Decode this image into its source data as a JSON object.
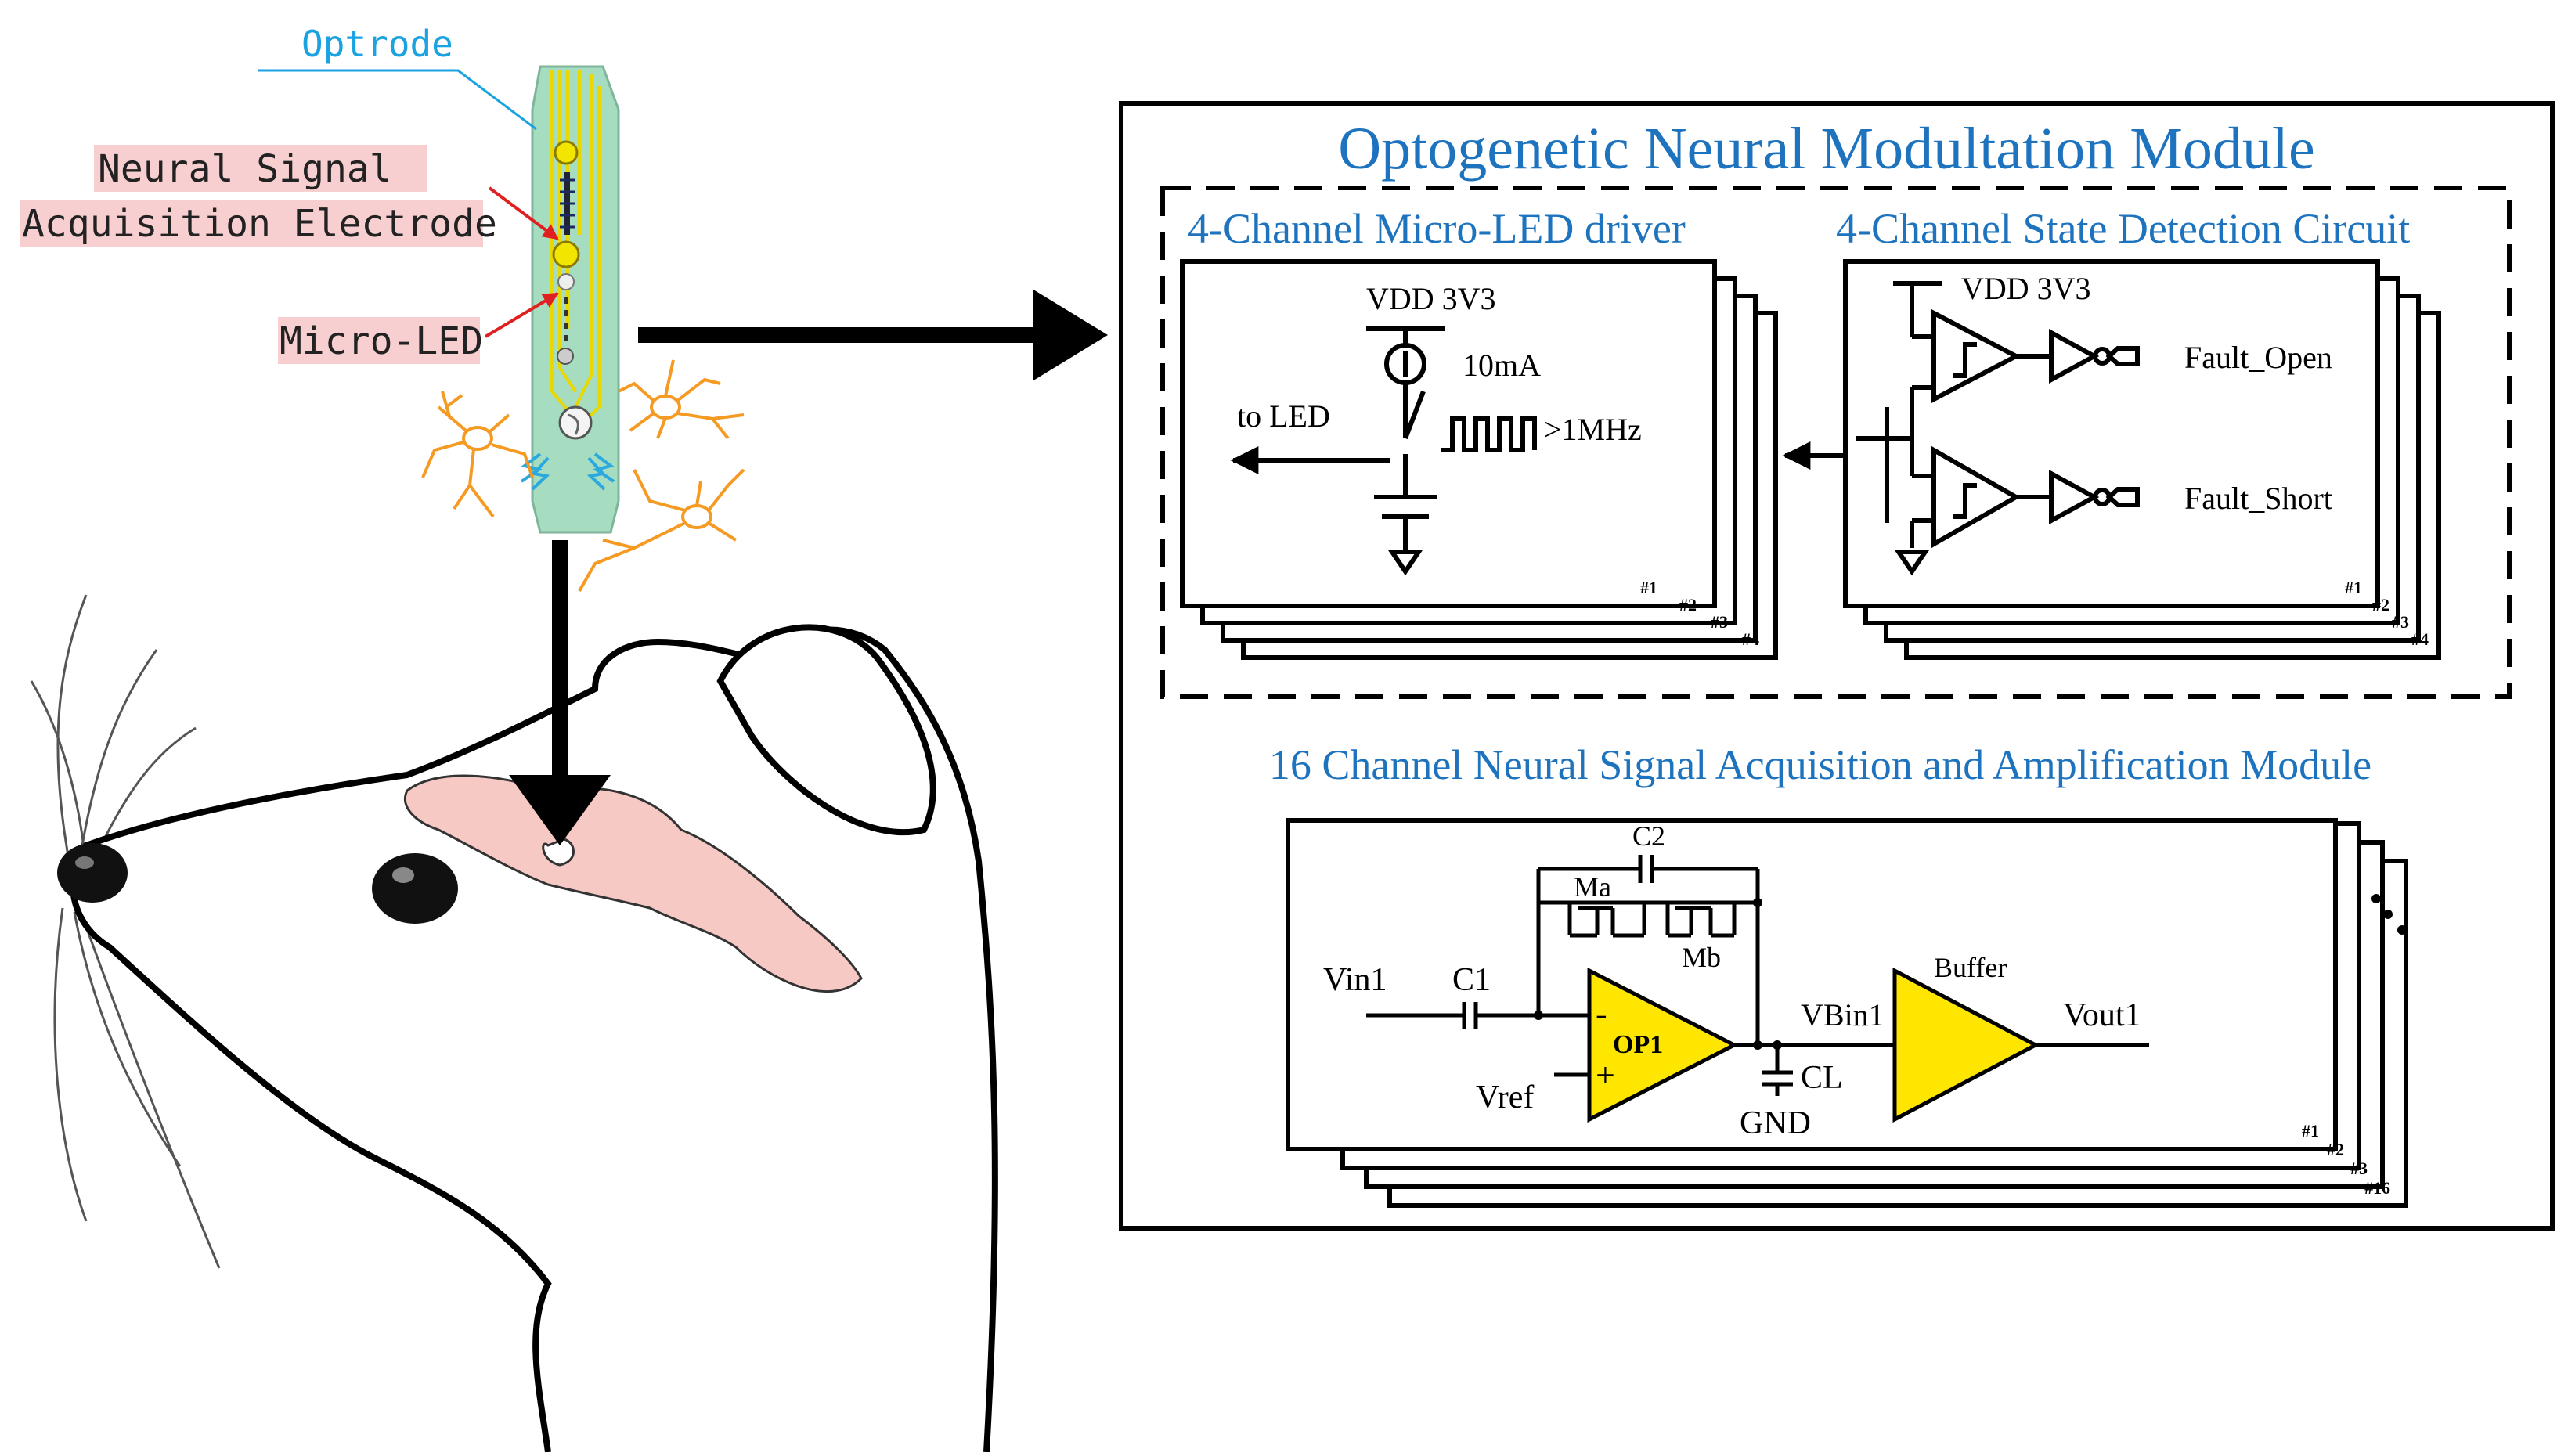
{
  "figure": {
    "colors": {
      "title_blue": "#1e73be",
      "label_pink_bg": "#f8cfd0",
      "optrode_label_blue": "#1aa3e0",
      "optrode_body": "#a6dcc0",
      "optrode_trace": "#e8d800",
      "brain_pink": "#f6c9c4",
      "neuron_orange": "#f59a23",
      "amp_yellow": "#ffe600",
      "pointer_red": "#e02020",
      "spark_blue": "#2aa8e0"
    },
    "left": {
      "optrode_label": "Optrode",
      "electrode_label_line1": "Neural Signal",
      "electrode_label_line2": "Acquisition Electrode",
      "microled_label": "Micro-LED"
    },
    "module": {
      "title": "Optogenetic Neural Modultation Module",
      "driver": {
        "title": "4-Channel Micro-LED driver",
        "vdd": "VDD 3V3",
        "current": "10mA",
        "to_led": "to LED",
        "frequency": ">1MHz",
        "stack_labels": [
          "#1",
          "#2",
          "#3",
          "#4"
        ]
      },
      "detect": {
        "title": "4-Channel State Detection Circuit",
        "vdd": "VDD 3V3",
        "fault_open": "Fault_Open",
        "fault_short": "Fault_Short",
        "stack_labels": [
          "#1",
          "#2",
          "#3",
          "#4"
        ]
      },
      "acq": {
        "title": "16 Channel Neural Signal Acquisition and Amplification Module",
        "c2": "C2",
        "ma": "Ma",
        "mb": "Mb",
        "vin1": "Vin1",
        "c1": "C1",
        "op1": "OP1",
        "minus": "-",
        "plus": "+",
        "vref": "Vref",
        "vbin1": "VBin1",
        "cl": "CL",
        "gnd": "GND",
        "buffer": "Buffer",
        "vout1": "Vout1",
        "stack_labels": [
          "#1",
          "#2",
          "#3",
          "#16"
        ]
      }
    }
  }
}
